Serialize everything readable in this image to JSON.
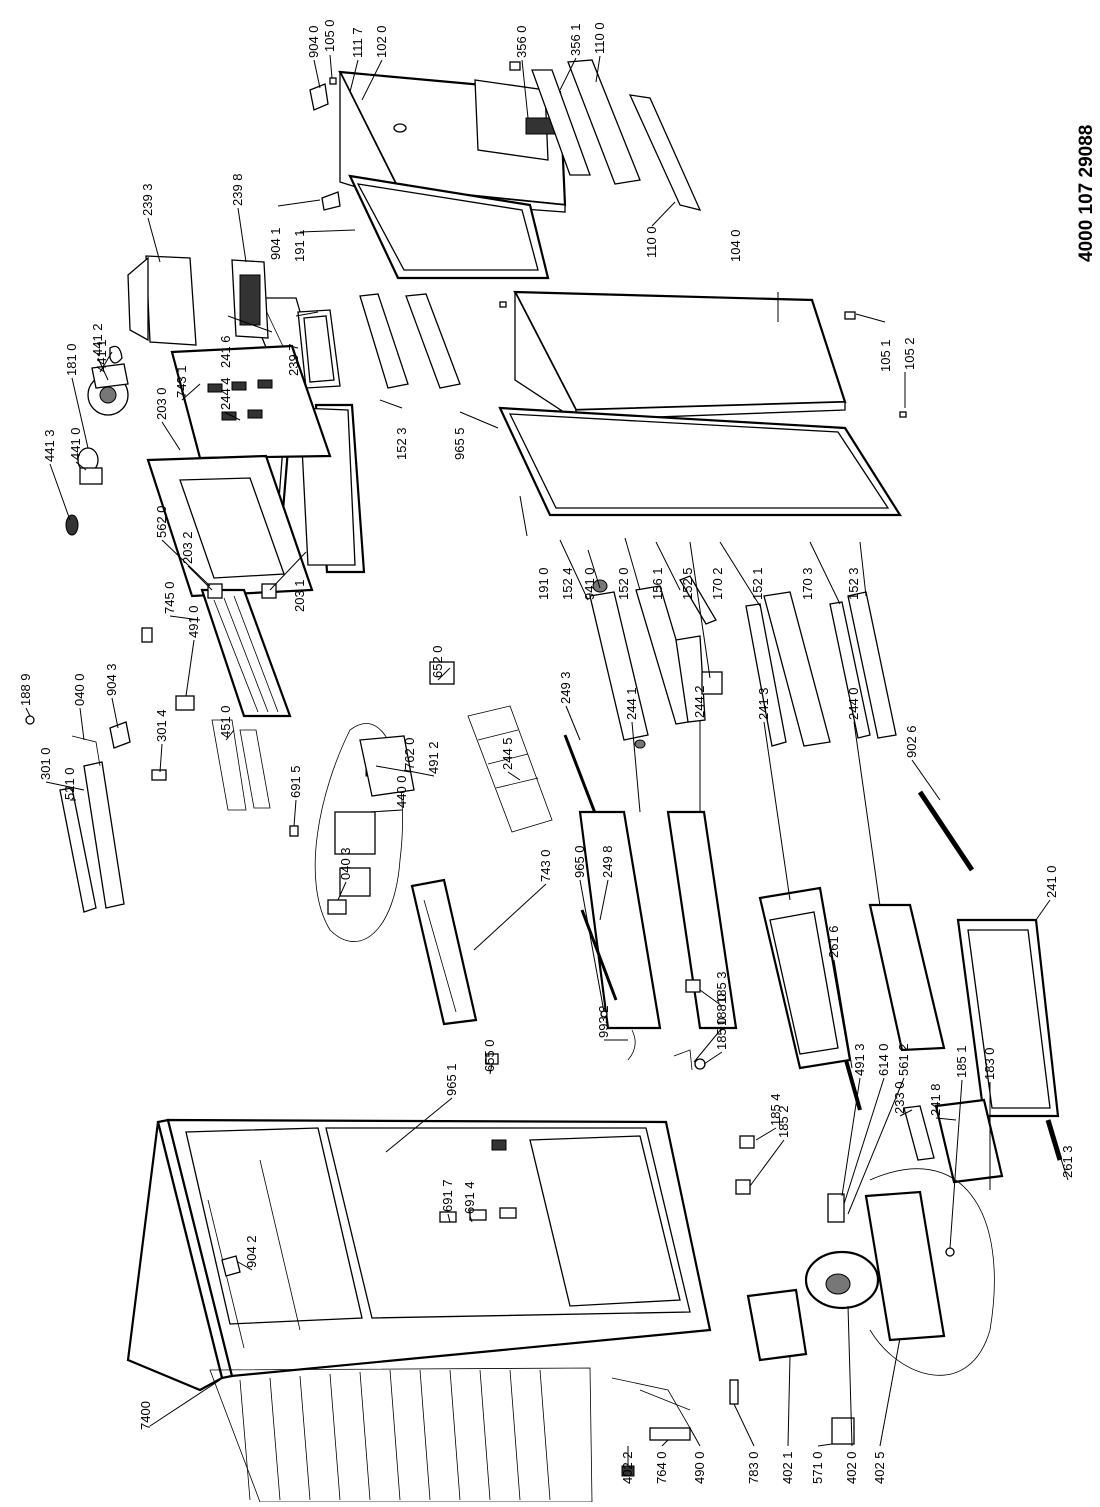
{
  "document_number": "4000 107 29088",
  "part_labels": {
    "p9040": "904 0",
    "p1050": "105 0",
    "p1117": "111 7",
    "p1020": "102 0",
    "p3560": "356 0",
    "p3561": "356 1",
    "p1100a": "110 0",
    "p1100b": "110 0",
    "p9041": "904 1",
    "p1911": "191 1",
    "p1040": "104 0",
    "p1051": "105 1",
    "p1052": "105 2",
    "p9655": "965 5",
    "p1523a": "152 3",
    "p2416": "241 6",
    "p2444": "244 4",
    "p1910": "191 0",
    "p1524": "152 4",
    "p9410": "941 0",
    "p1520": "152 0",
    "p1561": "156 1",
    "p1525": "152 5",
    "p1702": "170 2",
    "p1521": "152 1",
    "p1703": "170 3",
    "p1523b": "152 3",
    "p2393": "239 3",
    "p2398": "239 8",
    "p2397": "239 7",
    "p1810": "181 0",
    "p4412": "441 2",
    "p4411": "441 1",
    "p2030": "203 0",
    "p7431": "743 1",
    "p4413": "441 3",
    "p4410": "441 0",
    "p5620": "562 0",
    "p2032": "203 2",
    "p2031": "203 1",
    "p7450": "745 0",
    "p6520": "652 0",
    "p2493": "249 3",
    "p2441": "244 1",
    "p2442": "244 2",
    "p2413": "241 3",
    "p2440": "244 0",
    "p9026": "902 6",
    "p2410": "241 0",
    "p2613": "261 3",
    "p1889": "188 9",
    "p0400": "040 0",
    "p9043": "904 3",
    "p4910": "491 0",
    "p3014": "301 4",
    "p4510": "451 0",
    "p6915": "691 5",
    "p3010": "301 0",
    "p5210": "521 0",
    "p4400": "440 0",
    "p0403": "040 3",
    "p7620": "762 0",
    "p4912": "491 2",
    "p2445": "244 5",
    "p7430": "743 0",
    "p9650": "965 0",
    "p2498": "249 8",
    "p2616": "261 6",
    "p1853": "185 3",
    "p1880": "188 0",
    "p1850": "185 0",
    "p9932": "993 2",
    "p6550": "655 0",
    "p9651": "965 1",
    "p2330": "233 0",
    "p2418": "241 8",
    "p1854": "185 4",
    "p1852": "185 2",
    "p4913": "491 3",
    "p6140": "614 0",
    "p5612": "561 2",
    "p1851": "185 1",
    "p1830": "183 0",
    "p9042": "904 2",
    "p6917": "691 7",
    "p6914": "691 4",
    "p7400": "7400",
    "p4022": "402 2",
    "p7640": "764 0",
    "p4900": "490 0",
    "p7830": "783 0",
    "p4021": "402 1",
    "p5710": "571 0",
    "p4020": "402 0",
    "p4025": "402 5"
  }
}
